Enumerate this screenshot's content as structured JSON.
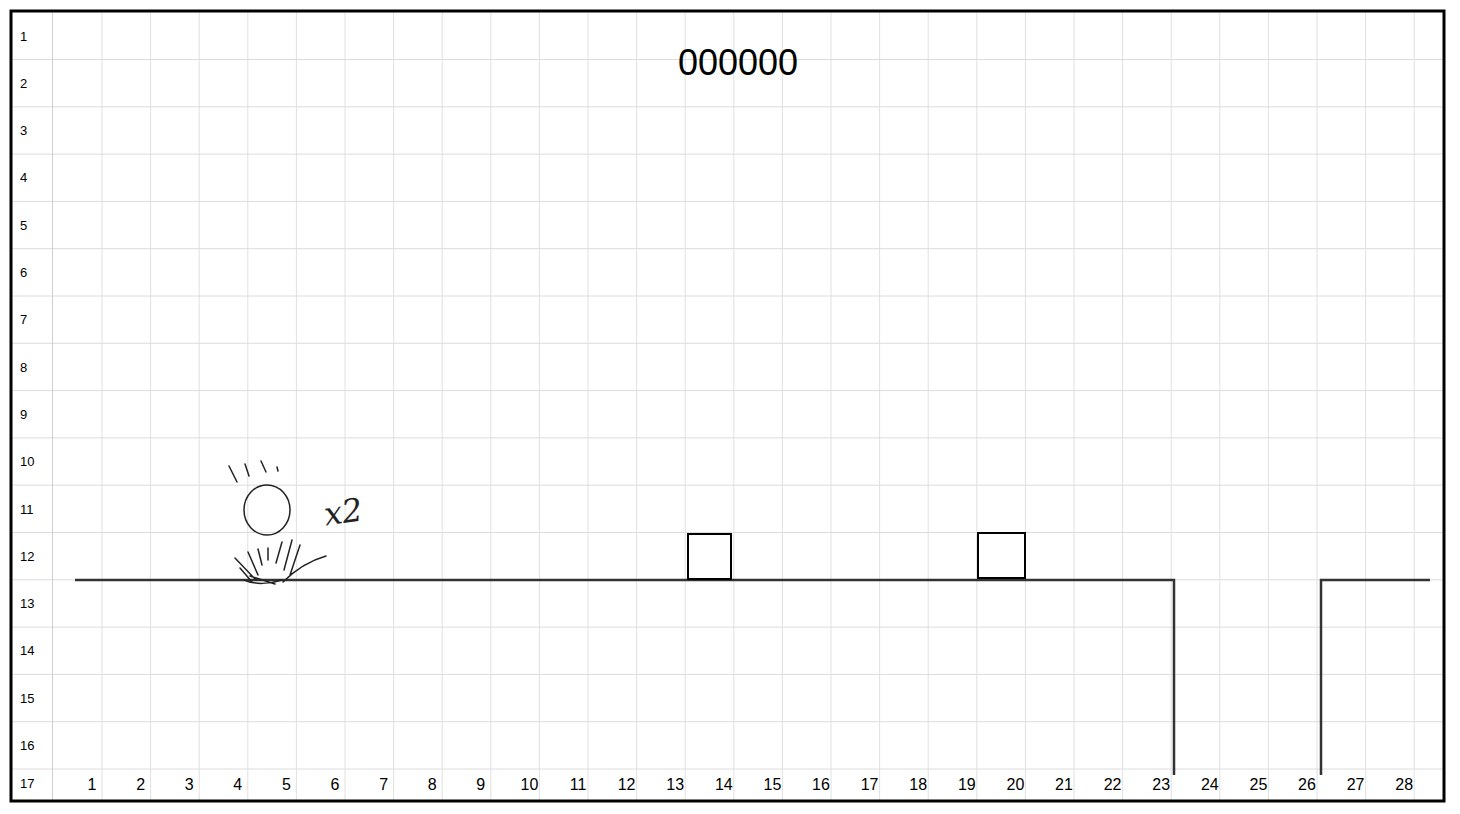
{
  "diagram": {
    "labels": [
      "000000",
      "x2",
      "1",
      "2",
      "3",
      "4",
      "5",
      "6",
      "7",
      "8",
      "9",
      "10",
      "11",
      "12",
      "13",
      "14",
      "15",
      "16",
      "17",
      "1",
      "2",
      "3",
      "4",
      "5",
      "6",
      "7",
      "8",
      "9",
      "10",
      "11",
      "12",
      "13",
      "14",
      "15",
      "16",
      "17",
      "18",
      "19",
      "20",
      "21",
      "22",
      "23",
      "24",
      "25",
      "26",
      "27",
      "28"
    ]
  }
}
